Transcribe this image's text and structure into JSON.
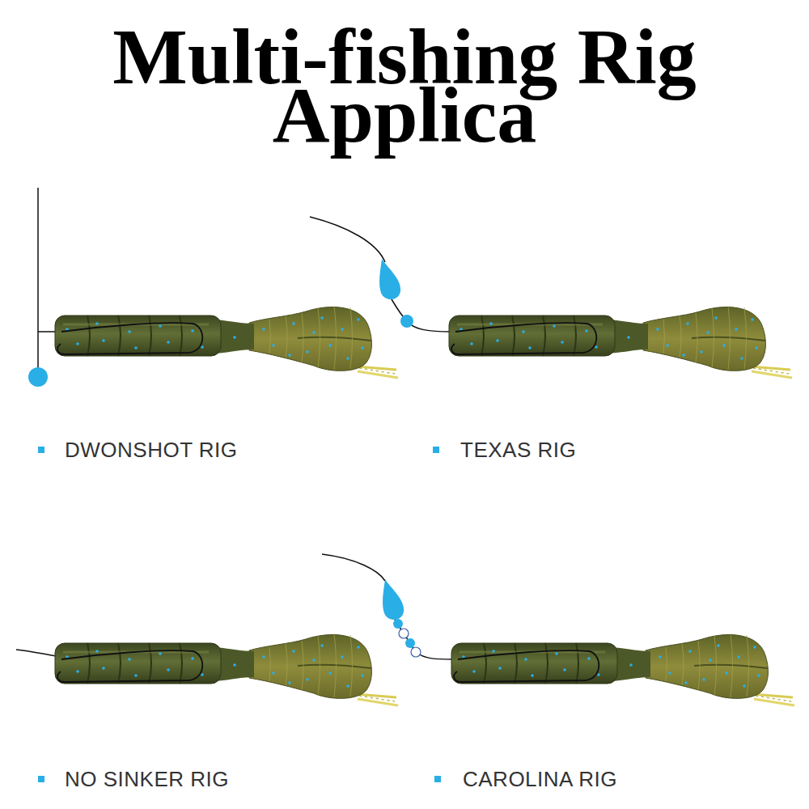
{
  "diagram": {
    "title": "Multi-fishing Rig Applica",
    "labels": [
      "DWONSHOT RIG",
      "TEXAS RIG",
      "NO SINKER RIG",
      "CAROLINA RIG"
    ]
  }
}
